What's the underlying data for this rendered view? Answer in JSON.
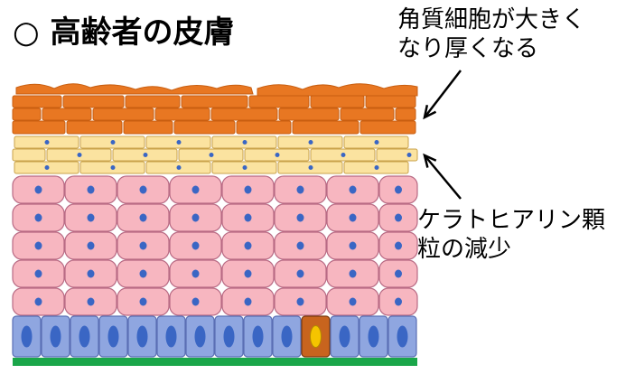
{
  "title": "○ 高齢者の皮膚",
  "annotations": {
    "top": [
      "角質細胞が大きく",
      "なり厚くなる"
    ],
    "bottom": [
      "ケラトヒアリン顆",
      "粒の減少"
    ]
  },
  "colors": {
    "stratum_corneum": "#e87722",
    "granular_layer": "#fbe3a0",
    "spinous_layer": "#f7b6c0",
    "basal_layer": "#8fa6e0",
    "basement_membrane": "#1aa64a",
    "nucleus": "#3a66c4",
    "melanocyte": "#c8641e"
  }
}
